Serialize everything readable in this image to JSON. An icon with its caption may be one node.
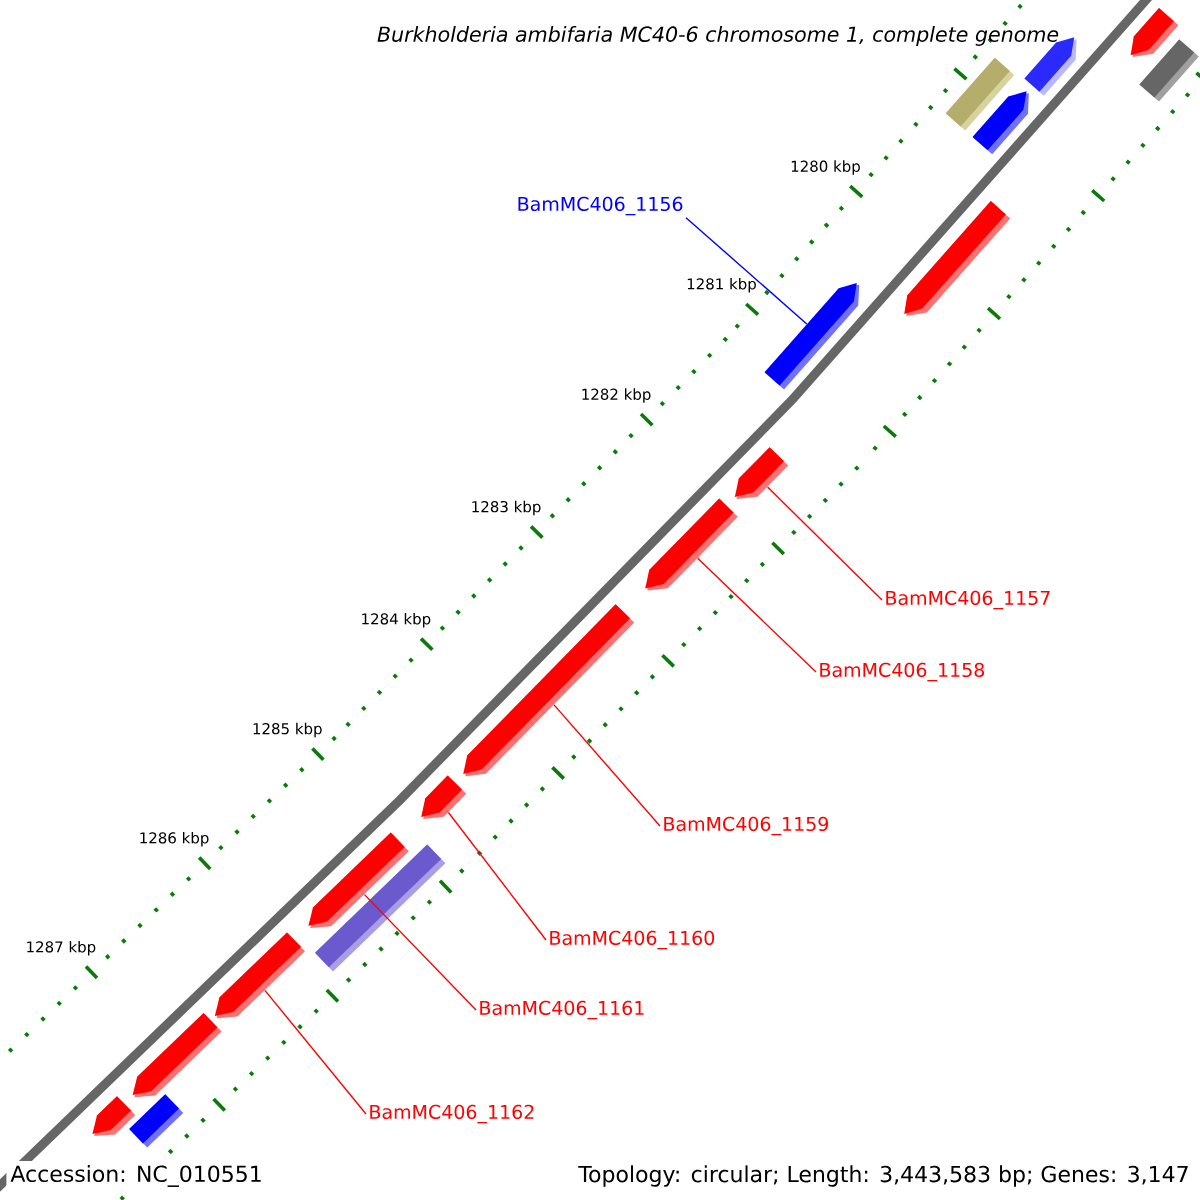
{
  "diagram": {
    "title": "Burkholderia ambifaria MC40-6 chromosome 1, complete genome",
    "nodes": [
      {
        "text": [
          "BamMC406_1156"
        ]
      },
      {
        "text": [],
        "shape": "pentagon"
      },
      {
        "text": [],
        "shape": "pentagon"
      },
      {
        "text": [
          "BamMC406_1157"
        ]
      },
      {
        "text": [],
        "shape": "pentagon"
      },
      {
        "text": [
          "BamMC406_1158"
        ]
      },
      {
        "text": [],
        "shape": "pentagon"
      },
      {
        "text": [
          "BamMC406_1159"
        ]
      },
      {
        "text": [],
        "shape": "pentagon"
      },
      {
        "text": [
          "BamMC406_1160"
        ]
      },
      {
        "text": [],
        "shape": "pentagon"
      },
      {
        "text": [
          "BamMC406_1161"
        ]
      },
      {
        "text": [],
        "shape": "pentagon"
      },
      {
        "text": [
          "BamMC406_1162"
        ]
      },
      {
        "text": [],
        "shape": "box"
      },
      {
        "text": [],
        "shape": "pentagon"
      },
      {
        "text": [],
        "shape": "pentagon"
      },
      {
        "text": [],
        "shape": "box"
      },
      {
        "text": [],
        "shape": "pentagon"
      },
      {
        "text": [],
        "shape": "pentagon"
      },
      {
        "text": [],
        "shape": "box"
      },
      {
        "text": [],
        "shape": "pentagon"
      },
      {
        "text": [],
        "shape": "box"
      },
      {
        "text": [],
        "shape": "pentagon"
      }
    ],
    "edges": [
      {
        "from": 0,
        "to": 1,
        "arrow": "none",
        "color": "#0000ff"
      },
      {
        "from": 3,
        "to": 2,
        "arrow": "none"
      },
      {
        "from": 5,
        "to": 4,
        "arrow": "none"
      },
      {
        "from": 7,
        "to": 6,
        "arrow": "none"
      },
      {
        "from": 9,
        "to": 8,
        "arrow": "none"
      },
      {
        "from": 11,
        "to": 10,
        "arrow": "none"
      },
      {
        "from": 13,
        "to": 12,
        "arrow": "none"
      }
    ],
    "labels": [
      "1280 kbp",
      "1281 kbp",
      "1282 kbp",
      "1283 kbp",
      "1284 kbp",
      "1285 kbp",
      "1286 kbp",
      "1287 kbp",
      "Accession: NC_010551",
      "Topology: circular; Length: 3,443,583 bp; Genes: 3,147"
    ]
  }
}
